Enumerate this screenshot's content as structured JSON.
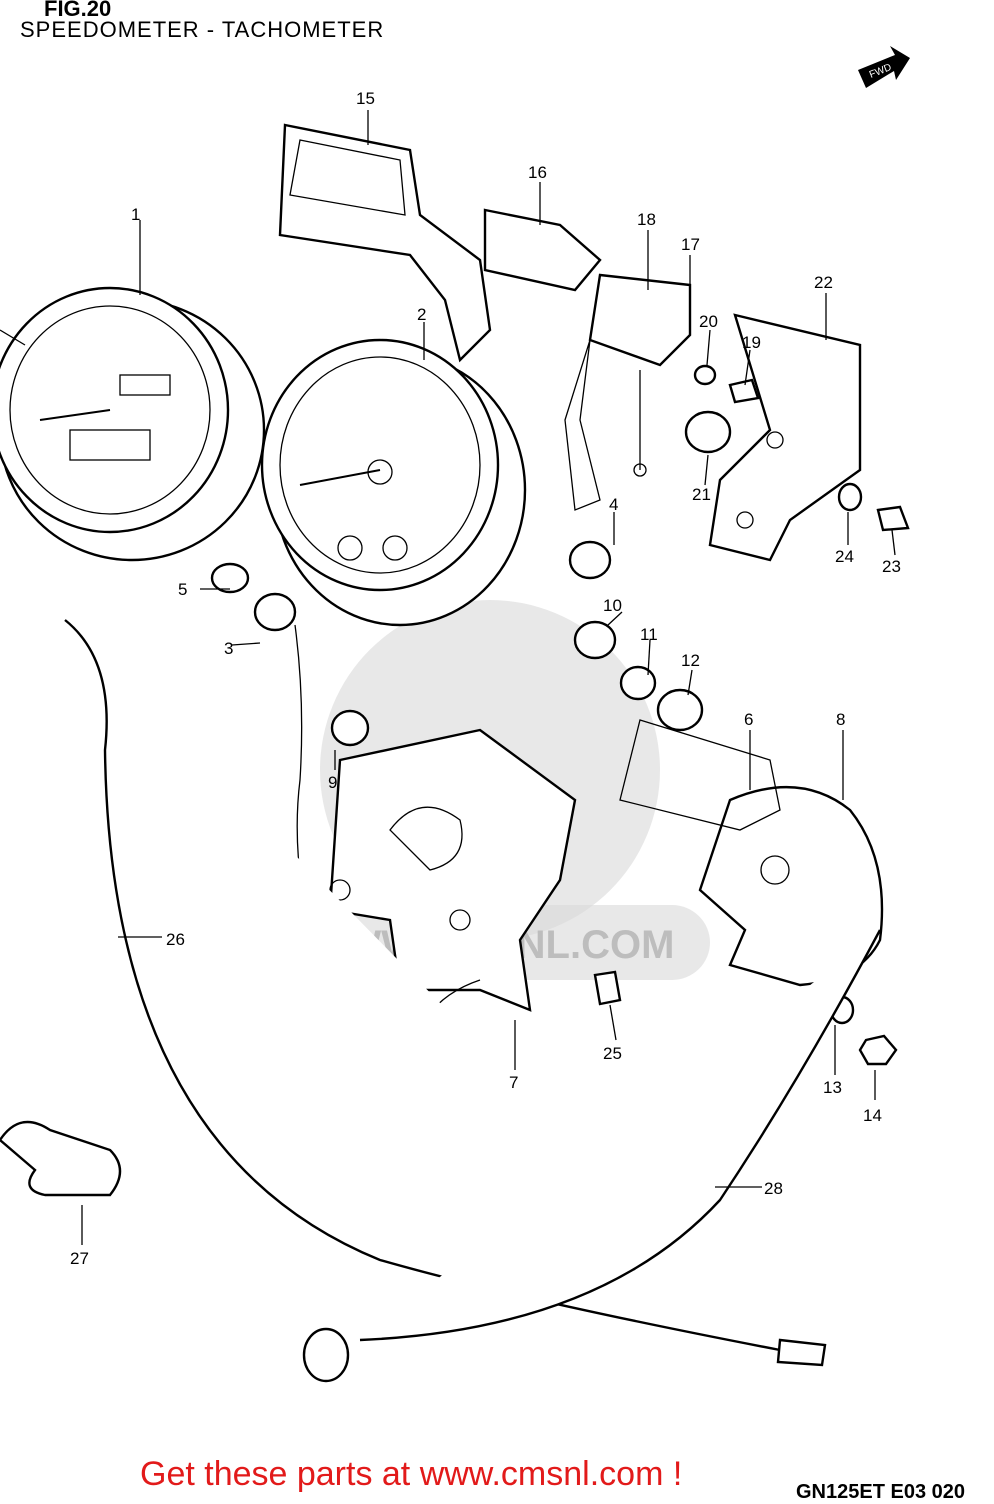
{
  "header": {
    "figure": "FIG.20",
    "title": "SPEEDOMETER - TACHOMETER"
  },
  "badge": {
    "fwd": "FWD"
  },
  "watermark": {
    "text": "WWW.CMSNL.COM"
  },
  "callouts": {
    "c1": "1",
    "c2": "2",
    "c3": "3",
    "c4": "4",
    "c5": "5",
    "c6": "6",
    "c7": "7",
    "c8": "8",
    "c9": "9",
    "c10": "10",
    "c11": "11",
    "c12": "12",
    "c13": "13",
    "c14": "14",
    "c15": "15",
    "c16": "16",
    "c17": "17",
    "c18": "18",
    "c19": "19",
    "c20": "20",
    "c21": "21",
    "c22": "22",
    "c23": "23",
    "c24": "24",
    "c25": "25",
    "c26": "26",
    "c27": "27",
    "c28": "28"
  },
  "footer": {
    "link_text": "Get these parts at www.cmsnl.com !",
    "code": "GN125ET E03 020"
  }
}
